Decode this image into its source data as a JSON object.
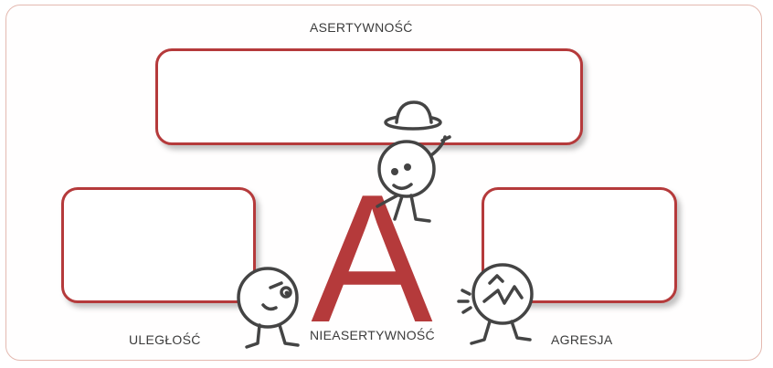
{
  "diagram": {
    "labels": {
      "assertiveness": "ASERTYWNOŚĆ",
      "submissiveness": "ULEGŁOŚĆ",
      "non_assertiveness": "NIEASERTYWNOŚĆ",
      "aggression": "AGRESJA"
    },
    "big_letter": "A",
    "colors": {
      "accent_red": "#b53a3b",
      "frame": "#e4b9b0",
      "text": "#3b3b3b",
      "figure_stroke": "#444444"
    }
  }
}
